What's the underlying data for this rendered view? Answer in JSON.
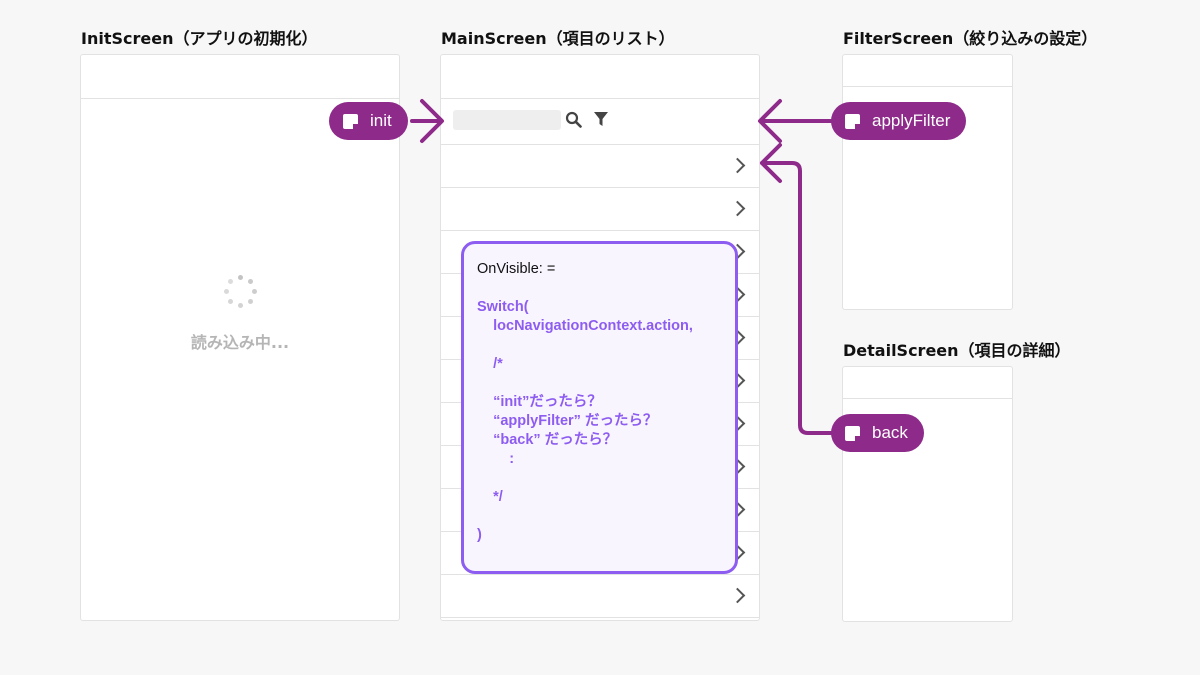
{
  "titles": {
    "init_screen": "InitScreen（アプリの初期化）",
    "main_screen": "MainScreen（項目のリスト）",
    "filter_screen": "FilterScreen（絞り込みの設定）",
    "detail_screen": "DetailScreen（項目の詳細）"
  },
  "init_screen": {
    "loading_text": "読み込み中..."
  },
  "main_screen": {
    "search_icon": "search-icon",
    "filter_icon": "filter-icon",
    "list_rows": 11
  },
  "actions": {
    "init": "init",
    "apply_filter": "applyFilter",
    "back": "back"
  },
  "code": {
    "first_line": "OnVisible: =",
    "body": "Switch(\n    locNavigationContext.action,\n\n    /*\n\n    “init”だったら？\n    “applyFilter” だったら？\n    “back” だったら？\n        :\n\n    */\n\n)"
  },
  "colors": {
    "pill": "#8e2a8a",
    "arrow": "#8e2a8a",
    "code_border": "#8d5cf0",
    "code_text": "#8d5cf0"
  }
}
